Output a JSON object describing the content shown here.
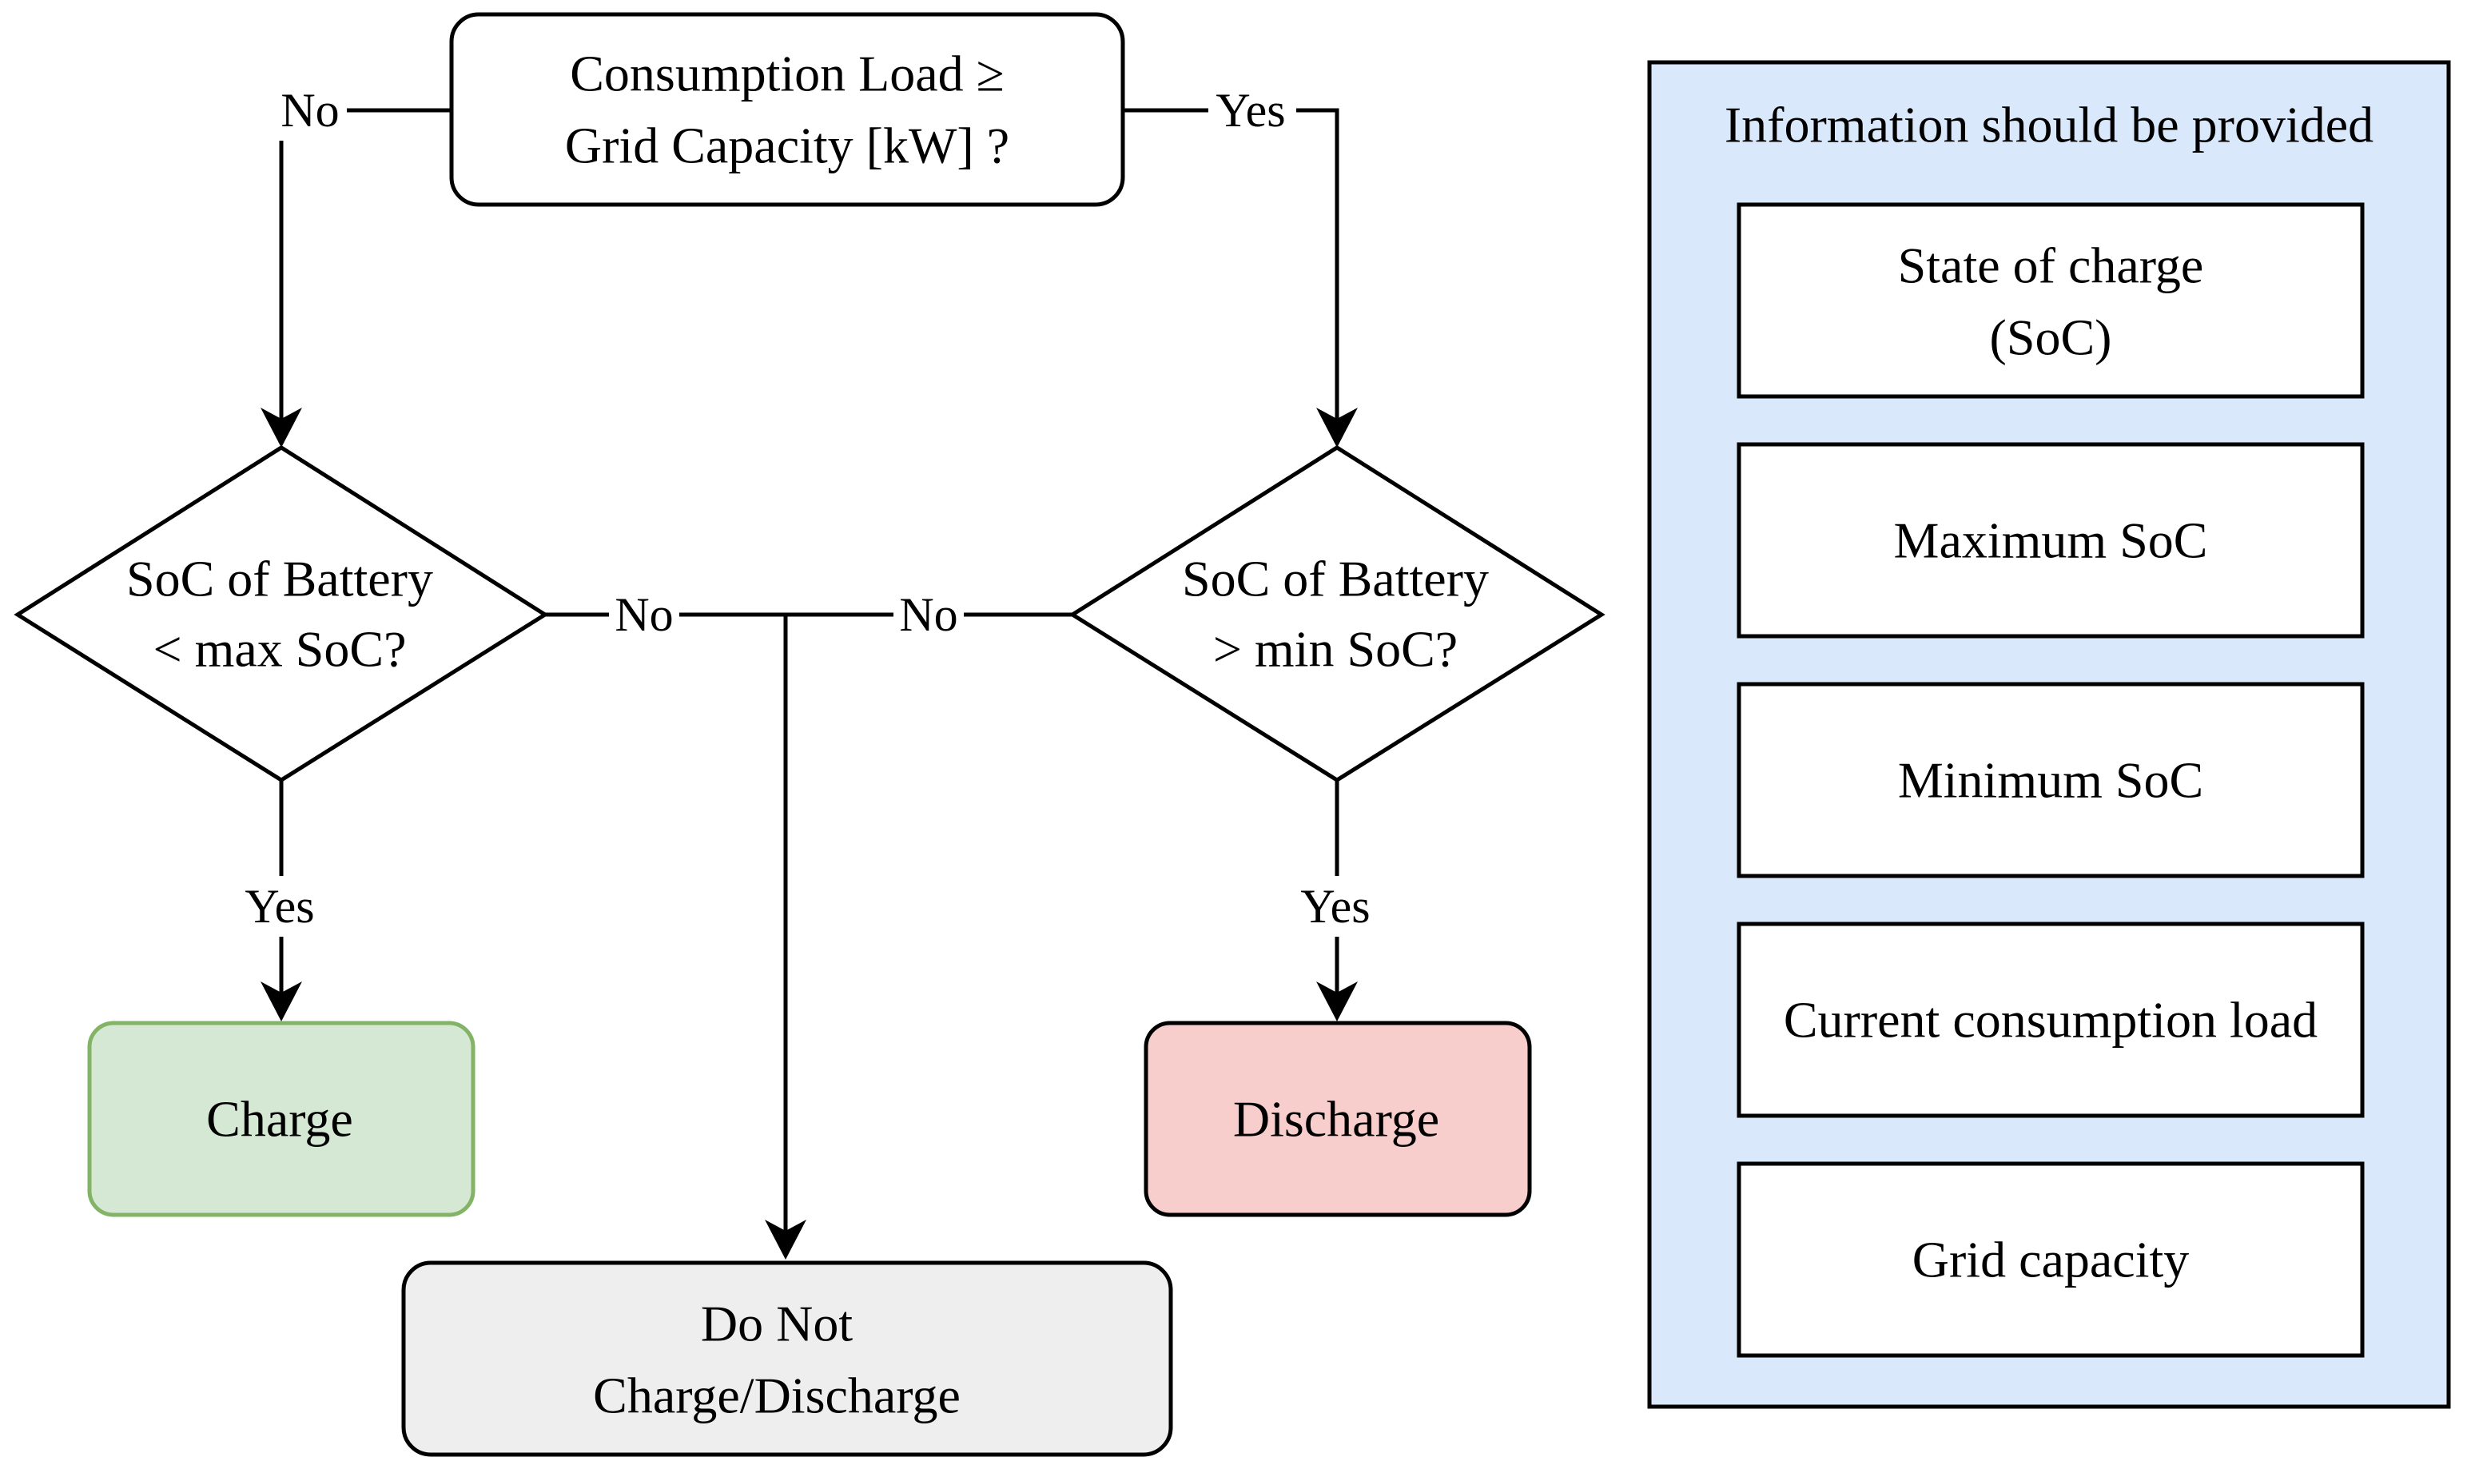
{
  "flowchart": {
    "start": {
      "lines": [
        "Consumption Load ≥",
        "Grid Capacity [kW] ?"
      ]
    },
    "decision_left": {
      "lines": [
        "SoC of Battery",
        "< max SoC?"
      ]
    },
    "decision_right": {
      "lines": [
        "SoC of Battery",
        "> min SoC?"
      ]
    },
    "charge": {
      "label": "Charge",
      "fill": "#d5e8d4",
      "stroke": "#82b366"
    },
    "discharge": {
      "label": "Discharge",
      "fill": "#f8cecc",
      "stroke": "#000000"
    },
    "idle": {
      "lines": [
        "Do Not",
        "Charge/Discharge"
      ],
      "fill": "#eeeeee"
    },
    "edges": {
      "start_no": "No",
      "start_yes": "Yes",
      "left_no": "No",
      "right_no": "No",
      "left_yes": "Yes",
      "right_yes": "Yes"
    }
  },
  "info_panel": {
    "title": "Information should be provided",
    "fill": "#dae8fc",
    "items": [
      {
        "lines": [
          "State of charge",
          "(SoC)"
        ]
      },
      {
        "lines": [
          "Maximum SoC"
        ]
      },
      {
        "lines": [
          "Minimum SoC"
        ]
      },
      {
        "lines": [
          "Current consumption load"
        ]
      },
      {
        "lines": [
          "Grid capacity"
        ]
      }
    ]
  }
}
